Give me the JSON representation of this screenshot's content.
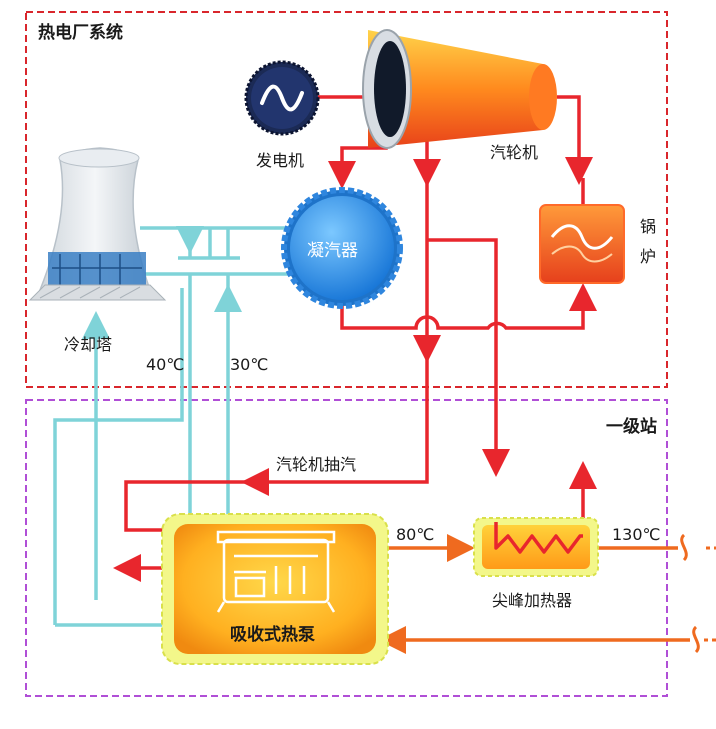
{
  "regions": {
    "chp_system": "热电厂系统",
    "first_station": "一级站"
  },
  "components": {
    "generator": "发电机",
    "turbine": "汽轮机",
    "condenser": "凝汽器",
    "cooling_tower": "冷却塔",
    "boiler_char1": "锅",
    "boiler_char2": "炉",
    "heat_pump": "吸收式热泵",
    "peak_heater": "尖峰加热器",
    "extraction_steam": "汽轮机抽汽"
  },
  "temperatures": {
    "t40": "40℃",
    "t30": "30℃",
    "t80": "80℃",
    "t130": "130℃"
  },
  "colors": {
    "steam_red": "#e8262d",
    "cooling_cyan": "#7fd3d8",
    "water_orange": "#ef6a1f",
    "chp_border": "#d9262c",
    "station_border": "#b04fd6"
  },
  "icons": [
    "sine-wave-icon",
    "heating-coil-icon",
    "machine-outline-icon",
    "wavy-break-icon"
  ]
}
